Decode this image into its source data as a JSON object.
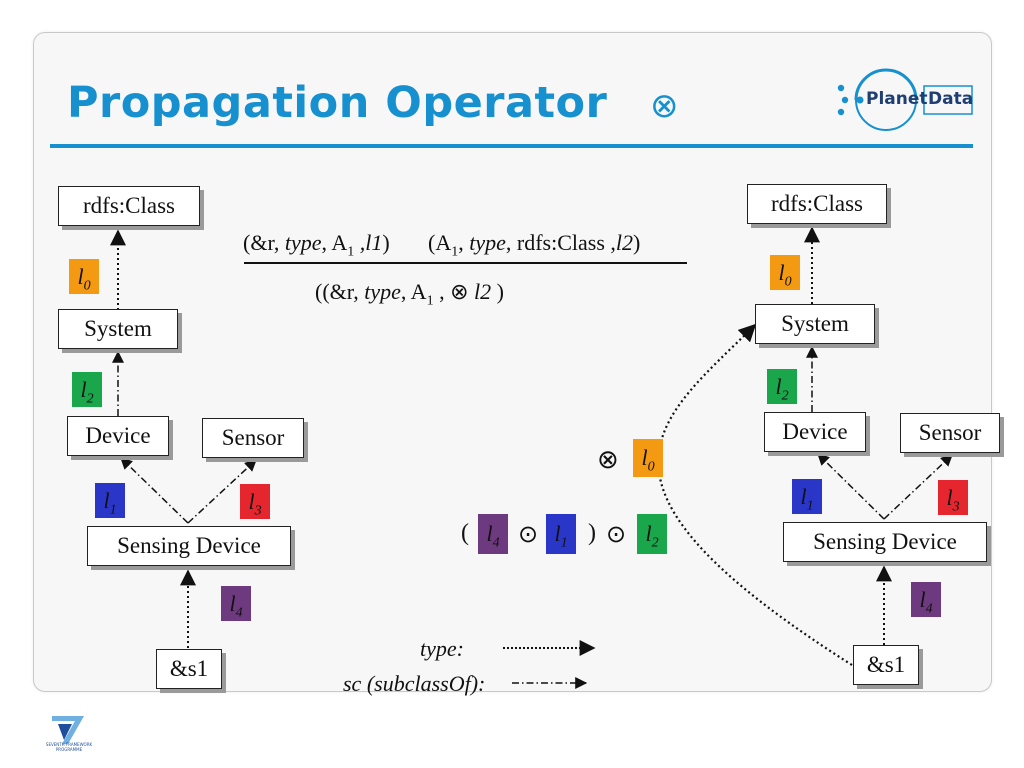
{
  "slide": {
    "title": "Propagation Operator",
    "title_operator": "⊗"
  },
  "logo": {
    "word1": "Planet",
    "word2": "Data"
  },
  "footer_logo": {
    "text": "SEVENTH FRAMEWORK PROGRAMME"
  },
  "left_graph": {
    "nodes": {
      "class": "rdfs:Class",
      "system": "System",
      "device": "Device",
      "sensor": "Sensor",
      "sensing": "Sensing Device",
      "s1": "&s1"
    }
  },
  "right_graph": {
    "nodes": {
      "class": "rdfs:Class",
      "system": "System",
      "device": "Device",
      "sensor": "Sensor",
      "sensing": "Sensing Device",
      "s1": "&s1"
    }
  },
  "labels": {
    "l0": "l",
    "l0_sub": "0",
    "l1": "l",
    "l1_sub": "1",
    "l2": "l",
    "l2_sub": "2",
    "l3": "l",
    "l3_sub": "3",
    "l4": "l",
    "l4_sub": "4"
  },
  "rule_formula": {
    "premise1_open": "(&r, ",
    "premise1_type": "type",
    "premise1_mid": ", A",
    "premise1_sub": "1",
    "premise1_label": " ,l1",
    "premise1_close": ")",
    "premise2_open": "(A",
    "premise2_sub": "1",
    "premise2_sep": ", ",
    "premise2_type": "type",
    "premise2_mid": ", rdfs:Class ,",
    "premise2_label": "l2",
    "premise2_close": ")",
    "conclusion_open": "((&r, ",
    "conclusion_type": "type",
    "conclusion_mid": ", A",
    "conclusion_sub": "1",
    "conclusion_comma": " ,",
    "conclusion_op": "⊗",
    "conclusion_label": "l2",
    "conclusion_close": " )"
  },
  "expression": {
    "otimes": "⊗",
    "odot": "⊙",
    "open_paren": "(",
    "close_paren": ")"
  },
  "legend": {
    "type_label": "type:",
    "sc_label": "sc (subclassOf):"
  },
  "colors": {
    "title_blue": "#1690cf",
    "l0": "#f39a12",
    "l1": "#2a36c7",
    "l2": "#1aa64a",
    "l3": "#e6262e",
    "l4": "#6e3a7f"
  }
}
